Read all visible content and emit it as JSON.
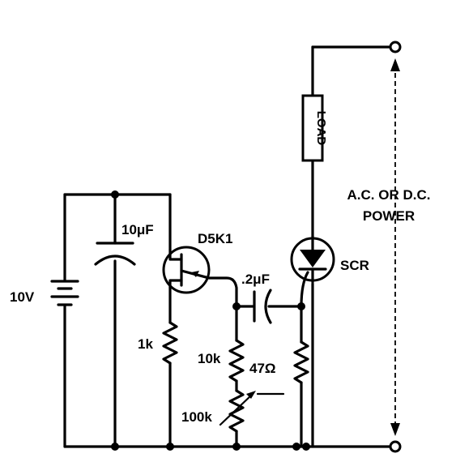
{
  "labels": {
    "battery": "10V",
    "c1": "10μF",
    "ujt": "D5K1",
    "r1": "1k",
    "c2": ".2μF",
    "r2": "10k",
    "r3": "47Ω",
    "pot": "100k",
    "scr": "SCR",
    "load": "LOAD",
    "power_line1": "A.C. OR D.C.",
    "power_line2": "POWER"
  }
}
